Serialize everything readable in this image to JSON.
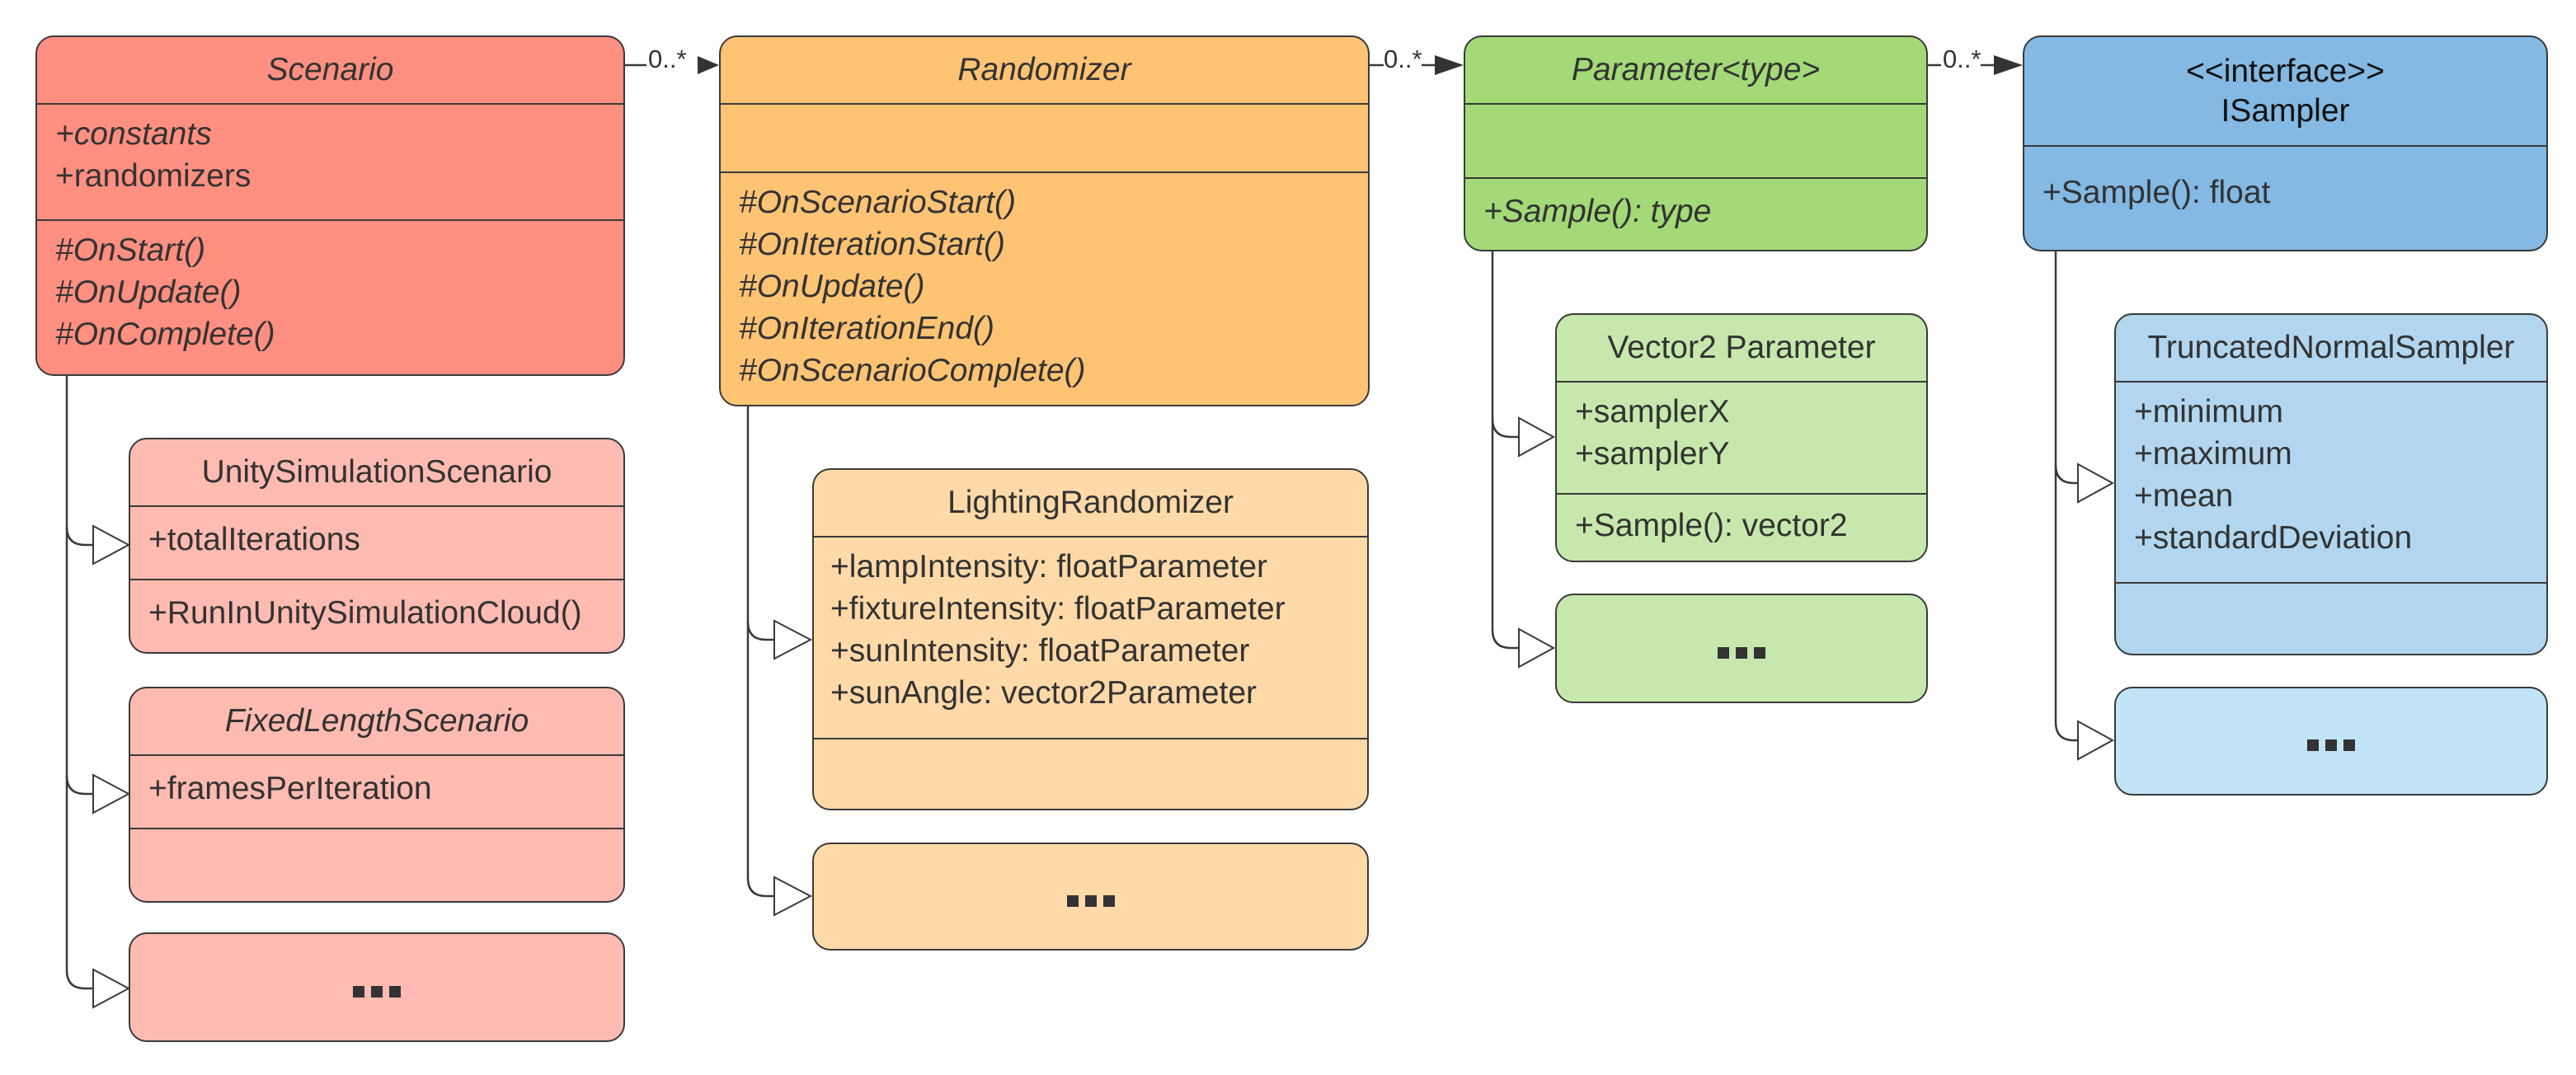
{
  "diagram": {
    "type": "UML class diagram",
    "colors": {
      "scenario_parent": "#ff8f80",
      "scenario_child": "#ffbbb1",
      "randomizer_parent": "#ffc374",
      "randomizer_child": "#ffdaa8",
      "parameter_parent": "#a3d977",
      "parameter_child": "#c7e8ac",
      "sampler_parent": "#83b9e3",
      "sampler_child": "#b2d6ef",
      "sampler_child_placeholder": "#c1e4f7",
      "stroke": "#3a3a3a"
    },
    "associations": [
      {
        "from": "Scenario",
        "to": "Randomizer",
        "multiplicity": "0..*"
      },
      {
        "from": "Randomizer",
        "to": "Parameter<type>",
        "multiplicity": "0..*"
      },
      {
        "from": "Parameter<type>",
        "to": "ISampler",
        "multiplicity": "0..*"
      }
    ],
    "classes": {
      "scenario": {
        "name": "Scenario",
        "abstract": true,
        "attributes": [
          "+constants",
          "+randomizers"
        ],
        "methods": [
          "#OnStart()",
          "#OnUpdate()",
          "#OnComplete()"
        ]
      },
      "randomizer": {
        "name": "Randomizer",
        "abstract": true,
        "attributes": [],
        "methods": [
          "#OnScenarioStart()",
          "#OnIterationStart()",
          "#OnUpdate()",
          "#OnIterationEnd()",
          "#OnScenarioComplete()"
        ]
      },
      "parameter": {
        "name": "Parameter<type>",
        "abstract": true,
        "attributes": [],
        "methods": [
          "+Sample(): type"
        ]
      },
      "isampler": {
        "stereotype": "<<interface>>",
        "name": "ISampler",
        "methods": [
          "+Sample(): float"
        ]
      },
      "unity_simulation_scenario": {
        "name": "UnitySimulationScenario",
        "attributes": [
          "+totalIterations"
        ],
        "methods": [
          "+RunInUnitySimulationCloud()"
        ]
      },
      "fixed_length_scenario": {
        "name": "FixedLengthScenario",
        "abstract": true,
        "attributes": [
          "+framesPerIteration"
        ],
        "methods": []
      },
      "lighting_randomizer": {
        "name": "LightingRandomizer",
        "attributes": [
          "+lampIntensity: floatParameter",
          "+fixtureIntensity: floatParameter",
          "+sunIntensity: floatParameter",
          "+sunAngle: vector2Parameter"
        ],
        "methods": []
      },
      "vector2_parameter": {
        "name": "Vector2 Parameter",
        "attributes": [
          "+samplerX",
          "+samplerY"
        ],
        "methods": [
          "+Sample(): vector2"
        ]
      },
      "truncated_normal_sampler": {
        "name": "TruncatedNormalSampler",
        "attributes": [
          "+minimum",
          "+maximum",
          "+mean",
          "+standardDeviation"
        ],
        "methods": []
      }
    },
    "placeholder_label": "..."
  }
}
